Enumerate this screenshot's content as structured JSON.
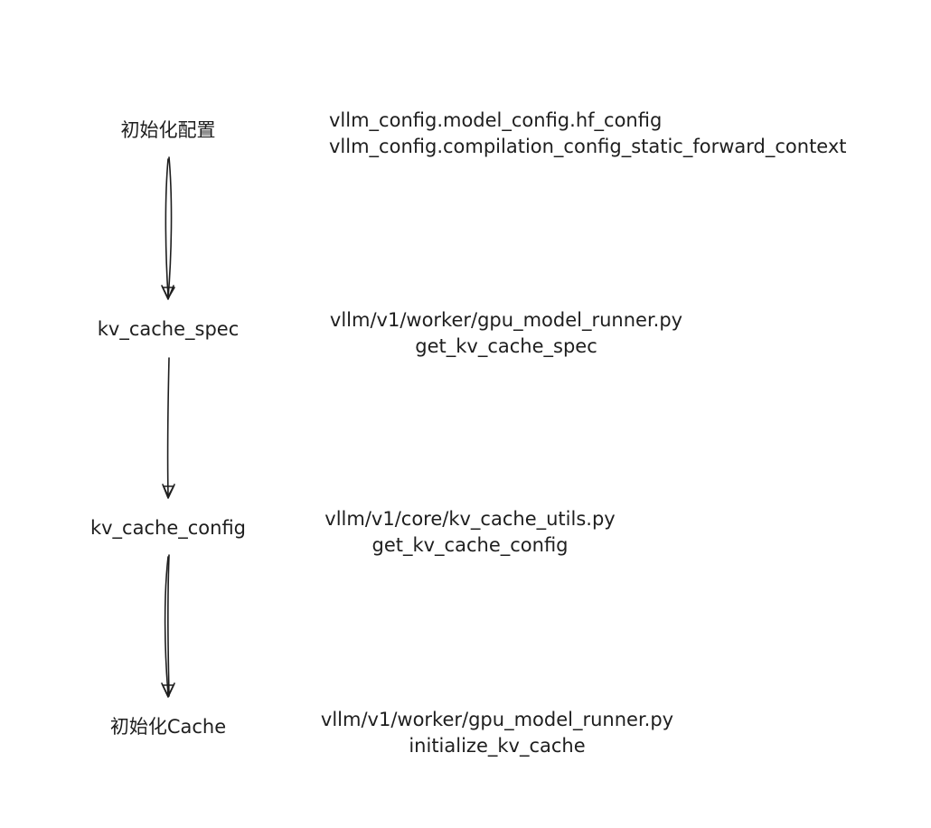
{
  "steps": [
    {
      "label": "初始化配置"
    },
    {
      "label": "kv_cache_spec"
    },
    {
      "label": "kv_cache_config"
    },
    {
      "label": "初始化Cache"
    }
  ],
  "notes": [
    {
      "line1": "vllm_config.model_config.hf_config",
      "line2": "vllm_config.compilation_config_static_forward_context"
    },
    {
      "line1": "vllm/v1/worker/gpu_model_runner.py",
      "line2": "get_kv_cache_spec"
    },
    {
      "line1": "vllm/v1/core/kv_cache_utils.py",
      "line2": "get_kv_cache_config"
    },
    {
      "line1": "vllm/v1/worker/gpu_model_runner.py",
      "line2": "initialize_kv_cache"
    }
  ],
  "colors": {
    "stroke": "#1e1e1e",
    "background": "#ffffff"
  }
}
